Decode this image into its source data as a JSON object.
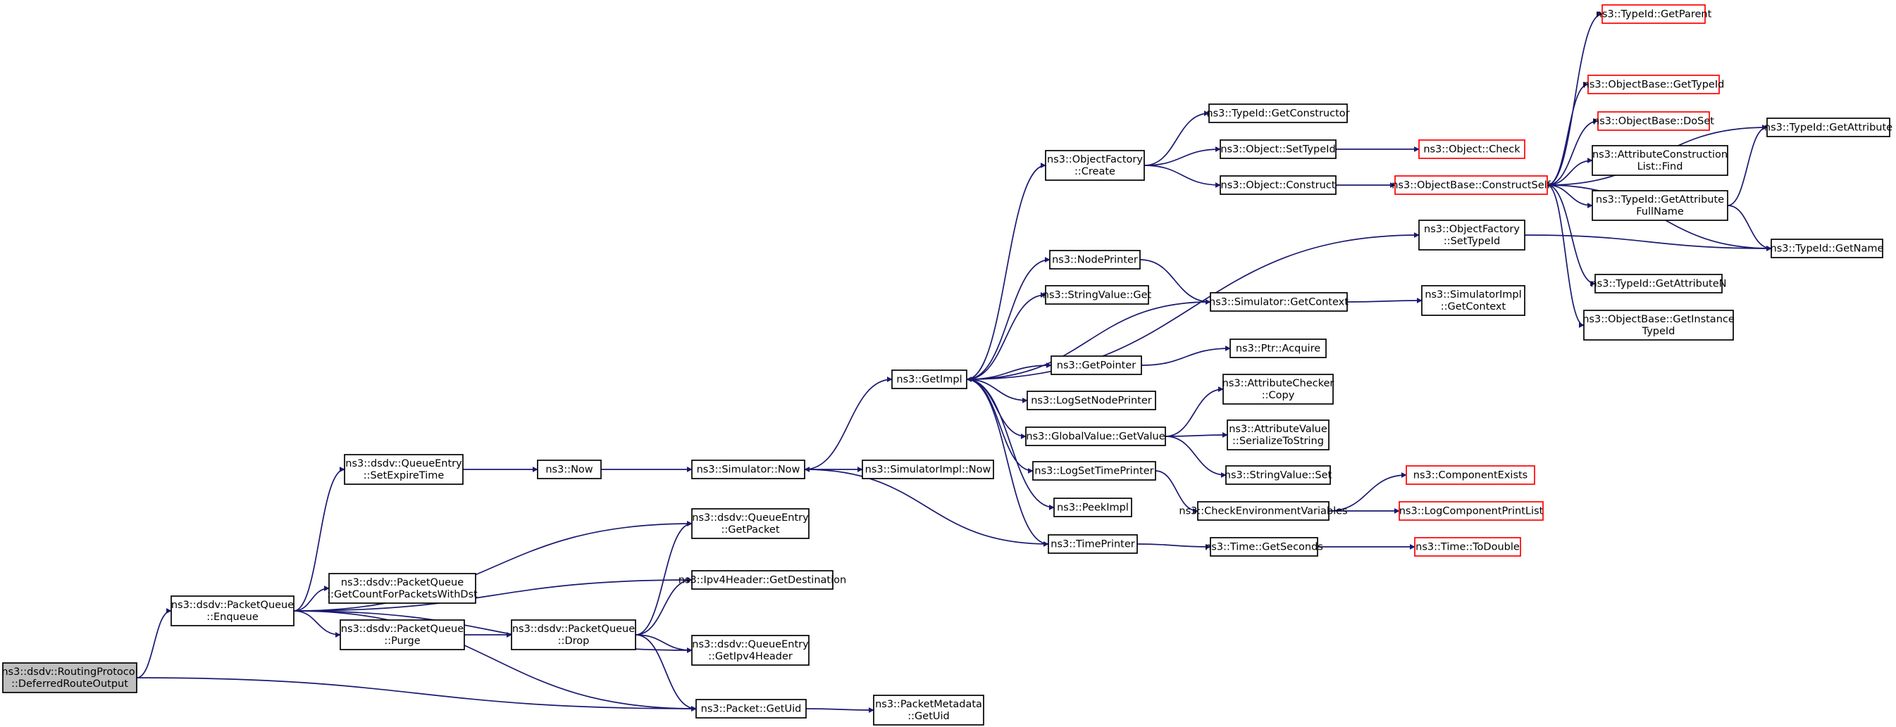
{
  "colors": {
    "edge": "#191970",
    "border_normal": "#000000",
    "border_external": "#ff0000",
    "root_fill": "#bfbfbf",
    "node_fill": "#ffffff"
  },
  "nodes": [
    {
      "id": "n0",
      "lines": [
        "ns3::dsdv::RoutingProtocol",
        "::DeferredRouteOutput"
      ],
      "style": "root"
    },
    {
      "id": "n1",
      "lines": [
        "ns3::dsdv::PacketQueue",
        "::Enqueue"
      ],
      "style": "normal"
    },
    {
      "id": "n2",
      "lines": [
        "ns3::Packet::GetUid"
      ],
      "style": "normal"
    },
    {
      "id": "n3",
      "lines": [
        "ns3::dsdv::QueueEntry",
        "::SetExpireTime"
      ],
      "style": "normal"
    },
    {
      "id": "n4",
      "lines": [
        "ns3::dsdv::QueueEntry",
        "::GetPacket"
      ],
      "style": "normal"
    },
    {
      "id": "n5",
      "lines": [
        "ns3::Ipv4Header::GetDestination"
      ],
      "style": "normal"
    },
    {
      "id": "n6",
      "lines": [
        "ns3::dsdv::PacketQueue",
        "::GetCountForPacketsWithDst"
      ],
      "style": "normal"
    },
    {
      "id": "n7",
      "lines": [
        "ns3::dsdv::PacketQueue",
        "::Purge"
      ],
      "style": "normal"
    },
    {
      "id": "n8",
      "lines": [
        "ns3::dsdv::QueueEntry",
        "::GetIpv4Header"
      ],
      "style": "normal"
    },
    {
      "id": "n9",
      "lines": [
        "ns3::PacketMetadata",
        "::GetUid"
      ],
      "style": "normal"
    },
    {
      "id": "n10",
      "lines": [
        "ns3::Now"
      ],
      "style": "normal"
    },
    {
      "id": "n11",
      "lines": [
        "ns3::Simulator::Now"
      ],
      "style": "normal"
    },
    {
      "id": "n12",
      "lines": [
        "ns3::GetImpl"
      ],
      "style": "normal"
    },
    {
      "id": "n13",
      "lines": [
        "ns3::SimulatorImpl::Now"
      ],
      "style": "normal"
    },
    {
      "id": "n14",
      "lines": [
        "ns3::dsdv::PacketQueue",
        "::Drop"
      ],
      "style": "normal"
    },
    {
      "id": "n15",
      "lines": [
        "ns3::ObjectFactory",
        "::Create"
      ],
      "style": "normal"
    },
    {
      "id": "n16",
      "lines": [
        "ns3::ObjectFactory",
        "::SetTypeId"
      ],
      "style": "normal"
    },
    {
      "id": "n17",
      "lines": [
        "ns3::NodePrinter"
      ],
      "style": "normal"
    },
    {
      "id": "n18",
      "lines": [
        "ns3::StringValue::Get"
      ],
      "style": "normal"
    },
    {
      "id": "n19",
      "lines": [
        "ns3::Simulator::GetContext"
      ],
      "style": "normal"
    },
    {
      "id": "n20",
      "lines": [
        "ns3::GetPointer"
      ],
      "style": "normal"
    },
    {
      "id": "n21",
      "lines": [
        "ns3::LogSetNodePrinter"
      ],
      "style": "normal"
    },
    {
      "id": "n22",
      "lines": [
        "ns3::GlobalValue::GetValue"
      ],
      "style": "normal"
    },
    {
      "id": "n23",
      "lines": [
        "ns3::LogSetTimePrinter"
      ],
      "style": "normal"
    },
    {
      "id": "n24",
      "lines": [
        "ns3::PeekImpl"
      ],
      "style": "normal"
    },
    {
      "id": "n25",
      "lines": [
        "ns3::TimePrinter"
      ],
      "style": "normal"
    },
    {
      "id": "n26",
      "lines": [
        "ns3::TypeId::GetConstructor"
      ],
      "style": "normal"
    },
    {
      "id": "n27",
      "lines": [
        "ns3::Object::SetTypeId"
      ],
      "style": "normal"
    },
    {
      "id": "n28",
      "lines": [
        "ns3::Object::Construct"
      ],
      "style": "normal"
    },
    {
      "id": "n29",
      "lines": [
        "ns3::Object::Check"
      ],
      "style": "external"
    },
    {
      "id": "n30",
      "lines": [
        "ns3::ObjectBase::ConstructSelf"
      ],
      "style": "external"
    },
    {
      "id": "n31",
      "lines": [
        "ns3::TypeId::GetName"
      ],
      "style": "normal"
    },
    {
      "id": "n32",
      "lines": [
        "ns3::SimulatorImpl",
        "::GetContext"
      ],
      "style": "normal"
    },
    {
      "id": "n33",
      "lines": [
        "ns3::Ptr::Acquire"
      ],
      "style": "normal"
    },
    {
      "id": "n34",
      "lines": [
        "ns3::AttributeChecker",
        "::Copy"
      ],
      "style": "normal"
    },
    {
      "id": "n35",
      "lines": [
        "ns3::AttributeValue",
        "::SerializeToString"
      ],
      "style": "normal"
    },
    {
      "id": "n36",
      "lines": [
        "ns3::StringValue::Set"
      ],
      "style": "normal"
    },
    {
      "id": "n37",
      "lines": [
        "ns3::CheckEnvironmentVariables"
      ],
      "style": "normal"
    },
    {
      "id": "n38",
      "lines": [
        "ns3::Time::GetSeconds"
      ],
      "style": "normal"
    },
    {
      "id": "n39",
      "lines": [
        "ns3::TypeId::GetParent"
      ],
      "style": "external"
    },
    {
      "id": "n40",
      "lines": [
        "ns3::TypeId::GetAttribute"
      ],
      "style": "normal"
    },
    {
      "id": "n41",
      "lines": [
        "ns3::ObjectBase::GetTypeId"
      ],
      "style": "external"
    },
    {
      "id": "n42",
      "lines": [
        "ns3::ObjectBase::DoSet"
      ],
      "style": "external"
    },
    {
      "id": "n43",
      "lines": [
        "ns3::AttributeConstruction",
        "List::Find"
      ],
      "style": "normal"
    },
    {
      "id": "n44",
      "lines": [
        "ns3::TypeId::GetAttribute",
        "FullName"
      ],
      "style": "normal"
    },
    {
      "id": "n45",
      "lines": [
        "ns3::TypeId::GetAttributeN"
      ],
      "style": "normal"
    },
    {
      "id": "n46",
      "lines": [
        "ns3::ObjectBase::GetInstance",
        "TypeId"
      ],
      "style": "normal"
    },
    {
      "id": "n47",
      "lines": [
        "ns3::ComponentExists"
      ],
      "style": "external"
    },
    {
      "id": "n48",
      "lines": [
        "ns3::LogComponentPrintList"
      ],
      "style": "external"
    },
    {
      "id": "n49",
      "lines": [
        "ns3::Time::ToDouble"
      ],
      "style": "external"
    }
  ],
  "edges": [
    [
      "n0",
      "n1"
    ],
    [
      "n0",
      "n2"
    ],
    [
      "n1",
      "n3"
    ],
    [
      "n1",
      "n4"
    ],
    [
      "n1",
      "n5"
    ],
    [
      "n1",
      "n6"
    ],
    [
      "n1",
      "n7"
    ],
    [
      "n1",
      "n8"
    ],
    [
      "n1",
      "n2"
    ],
    [
      "n2",
      "n9"
    ],
    [
      "n3",
      "n10"
    ],
    [
      "n10",
      "n11"
    ],
    [
      "n11",
      "n12"
    ],
    [
      "n11",
      "n13"
    ],
    [
      "n7",
      "n14"
    ],
    [
      "n14",
      "n4"
    ],
    [
      "n14",
      "n5"
    ],
    [
      "n14",
      "n8"
    ],
    [
      "n14",
      "n2"
    ],
    [
      "n12",
      "n15"
    ],
    [
      "n12",
      "n16"
    ],
    [
      "n12",
      "n17"
    ],
    [
      "n12",
      "n18"
    ],
    [
      "n12",
      "n20"
    ],
    [
      "n12",
      "n21"
    ],
    [
      "n12",
      "n22"
    ],
    [
      "n12",
      "n23"
    ],
    [
      "n12",
      "n24"
    ],
    [
      "n12",
      "n25"
    ],
    [
      "n19",
      "n12"
    ],
    [
      "n25",
      "n11"
    ],
    [
      "n15",
      "n26"
    ],
    [
      "n15",
      "n27"
    ],
    [
      "n15",
      "n28"
    ],
    [
      "n27",
      "n29"
    ],
    [
      "n28",
      "n30"
    ],
    [
      "n30",
      "n39"
    ],
    [
      "n30",
      "n40"
    ],
    [
      "n30",
      "n41"
    ],
    [
      "n30",
      "n42"
    ],
    [
      "n30",
      "n43"
    ],
    [
      "n30",
      "n44"
    ],
    [
      "n30",
      "n31"
    ],
    [
      "n30",
      "n45"
    ],
    [
      "n30",
      "n46"
    ],
    [
      "n44",
      "n40"
    ],
    [
      "n44",
      "n31"
    ],
    [
      "n16",
      "n31"
    ],
    [
      "n17",
      "n19"
    ],
    [
      "n19",
      "n32"
    ],
    [
      "n20",
      "n33"
    ],
    [
      "n22",
      "n34"
    ],
    [
      "n22",
      "n35"
    ],
    [
      "n22",
      "n36"
    ],
    [
      "n23",
      "n37"
    ],
    [
      "n37",
      "n47"
    ],
    [
      "n37",
      "n48"
    ],
    [
      "n25",
      "n38"
    ],
    [
      "n38",
      "n49"
    ]
  ]
}
